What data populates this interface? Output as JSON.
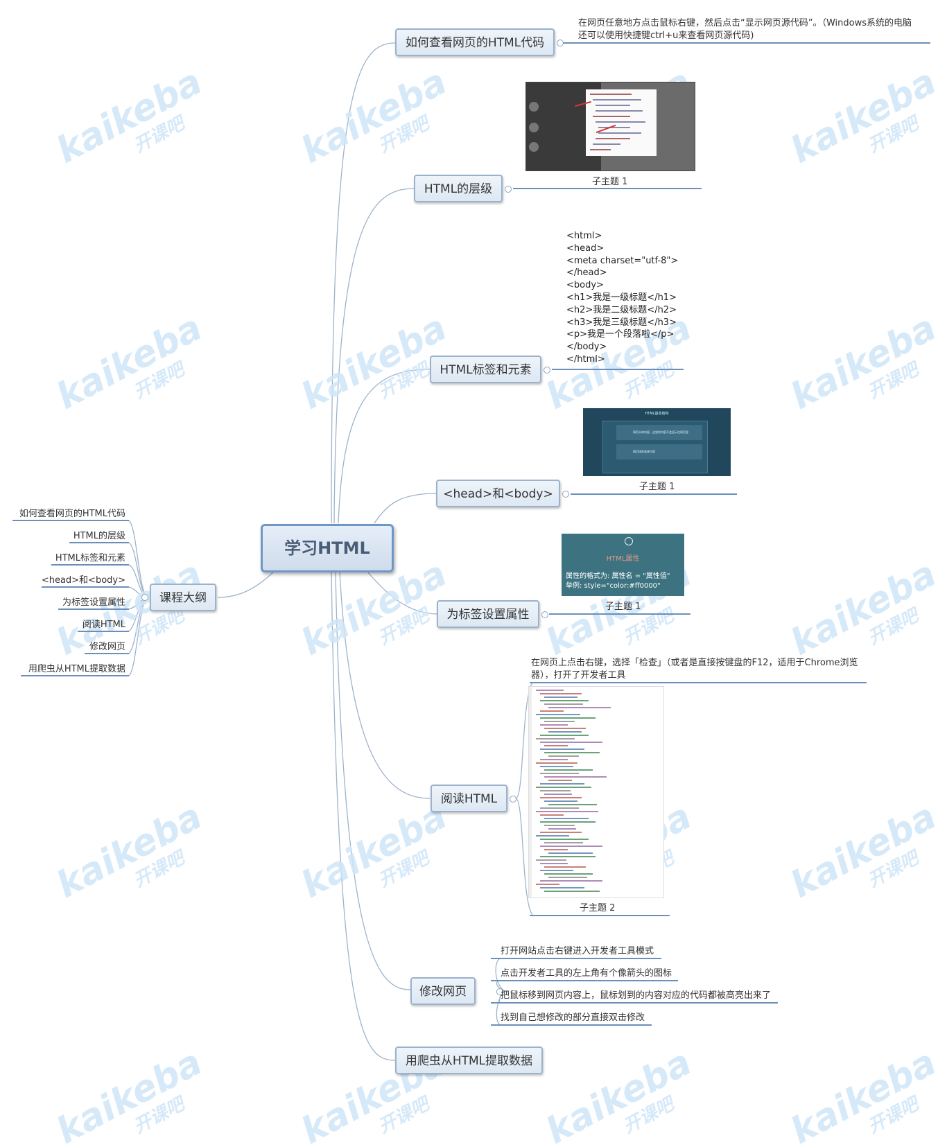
{
  "root": {
    "label": "学习HTML"
  },
  "left_branch": {
    "label": "课程大纲",
    "items": [
      "如何查看网页的HTML代码",
      "HTML的层级",
      "HTML标签和元素",
      "<head>和<body>",
      "为标签设置属性",
      "阅读HTML",
      "修改网页",
      "用爬虫从HTML提取数据"
    ]
  },
  "topics": {
    "view_source": {
      "label": "如何查看网页的HTML代码",
      "note_line1": "在网页任意地方点击鼠标右键，然后点击“显示网页源代码”。（Windows系统的电脑",
      "note_line2": "还可以使用快捷键ctrl+u来查看网页源代码)"
    },
    "hierarchy": {
      "label": "HTML的层级",
      "image_caption": "子主题 1"
    },
    "tags": {
      "label": "HTML标签和元素",
      "code_lines": [
        "<html>",
        "<head>",
        "<meta charset=\"utf-8\">",
        "</head>",
        "<body>",
        "<h1>我是一级标题</h1>",
        "<h2>我是二级标题</h2>",
        "<h3>我是三级标题</h3>",
        "<p>我是一个段落啦</p>",
        "</body>",
        "</html>"
      ]
    },
    "head_body": {
      "label": "<head>和<body>",
      "image_caption": "子主题 1",
      "image_title": "HTML基本结构",
      "image_head_text": "网页头的内容，这里的内容不会显示在网页里",
      "image_body_text": "网页体的具体内容"
    },
    "attributes": {
      "label": "为标签设置属性",
      "image_caption": "子主题 1",
      "image_title": "HTML属性",
      "image_line1": "属性的格式为: 属性名 = \"属性值\"",
      "image_line2": "举例:   style=\"color:#ff0000\""
    },
    "read_html": {
      "label": "阅读HTML",
      "note_line1": "在网页上点击右键，选择「检查」（或者是直接按键盘的F12，适用于Chrome浏览",
      "note_line2": "器），打开了开发者工具",
      "image_caption": "子主题 2"
    },
    "modify": {
      "label": "修改网页",
      "steps": [
        "打开网站点击右键进入开发者工具模式",
        "点击开发者工具的左上角有个像箭头的图标",
        "把鼠标移到网页内容上，鼠标划到的内容对应的代码都被高亮出来了",
        "找到自己想修改的部分直接双击修改"
      ]
    },
    "crawler": {
      "label": "用爬虫从HTML提取数据"
    }
  },
  "watermark": {
    "brand": "kaikeba",
    "cn": "开课吧"
  },
  "colors": {
    "line": "#8fa9c6",
    "underline": "#6b8fba",
    "node_border": "#9ab2cc",
    "root_border": "#6f97c6"
  }
}
